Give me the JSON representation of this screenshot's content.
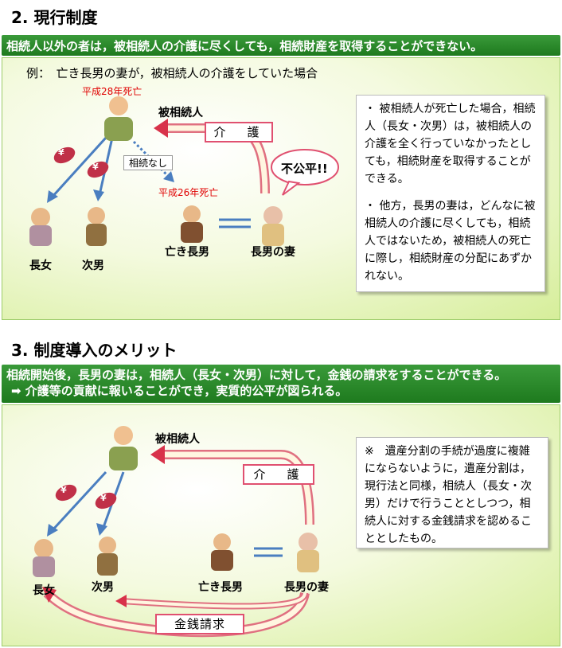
{
  "section2": {
    "heading": "2. 現行制度",
    "banner": "相続人以外の者は，被相続人の介護に尽くしても，相続財産を取得することができない。",
    "example": "例：　亡き長男の妻が，被相続人の介護をしていた場合",
    "death28": "平成28年死亡",
    "death26": "平成26年死亡",
    "decedent": "被相続人",
    "care_label": "介　護",
    "no_inheritance": "相続なし",
    "unfair": "不公平!!",
    "eldest_daughter": "長女",
    "second_son": "次男",
    "late_eldest_son": "亡き長男",
    "wife": "長男の妻",
    "info_p1": "・ 被相続人が死亡した場合，相続人（長女・次男）は，被相続人の介護を全く行っていなかったとしても，相続財産を取得することができる。",
    "info_p2": "・ 他方，長男の妻は，どんなに被相続人の介護に尽くしても，相続人ではないため，被相続人の死亡に際し，相続財産の分配にあずかれない。"
  },
  "section3": {
    "heading": "3. 制度導入のメリット",
    "banner_line1": "相続開始後，長男の妻は，相続人（長女・次男）に対して，金銭の請求をすることができる。",
    "banner_line2": "介護等の貢献に報いることができ，実質的公平が図られる。",
    "decedent": "被相続人",
    "care_label": "介　護",
    "money_claim": "金銭請求",
    "eldest_daughter": "長女",
    "second_son": "次男",
    "late_eldest_son": "亡き長男",
    "wife": "長男の妻",
    "info": "※　遺産分割の手続が過度に複雑にならないように，遺産分割は，現行法と同様，相続人（長女・次男）だけで行うこととしつつ，相続人に対する金銭請求を認めることとしたもの。"
  },
  "yen_glyph": "¥",
  "colors": {
    "banner_green": "#2a8a2a",
    "care_red": "#d00000",
    "arrow_blue": "#4a7ec0",
    "tag_pink": "#e05070"
  }
}
